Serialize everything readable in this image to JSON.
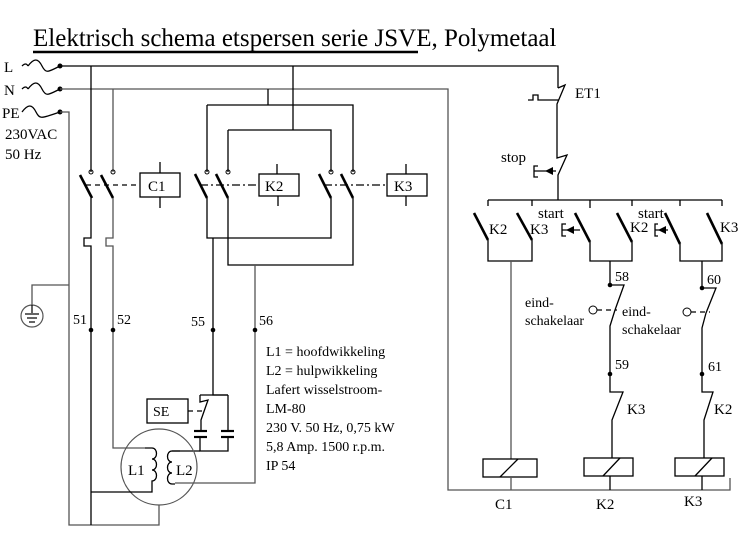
{
  "title": "Elektrisch schema etspersen serie JSVE, Polymetaal",
  "supply": {
    "lines": [
      "L",
      "N",
      "PE"
    ],
    "voltage": "230VAC",
    "frequency": "50 Hz"
  },
  "power_circuit": {
    "contactors": [
      "C1",
      "K2",
      "K3"
    ],
    "terminals": [
      "51",
      "52",
      "55",
      "56"
    ],
    "thermal_switch": "SE",
    "motor_windings": [
      "L1",
      "L2"
    ]
  },
  "motor_info": [
    "L1 = hoofdwikkeling",
    "L2 = hulpwikkeling",
    "Lafert wisselstroom-",
    "LM-80",
    "230 V. 50 Hz, 0,75 kW",
    "5,8 Amp. 1500 r.p.m.",
    "IP 54"
  ],
  "control_circuit": {
    "thermal_relay": "ET1",
    "stop_label": "stop",
    "start_labels": [
      "start",
      "start"
    ],
    "contacts": [
      "K2",
      "K3",
      "K2",
      "K3"
    ],
    "limit_switch_labels": [
      {
        "line1": "eind-",
        "line2": "schakelaar"
      },
      {
        "line1": "eind-",
        "line2": "schakelaar"
      }
    ],
    "terminals": [
      "58",
      "59",
      "60",
      "61"
    ],
    "interlocks": [
      "K3",
      "K2"
    ],
    "coils": [
      "C1",
      "K2",
      "K3"
    ]
  }
}
